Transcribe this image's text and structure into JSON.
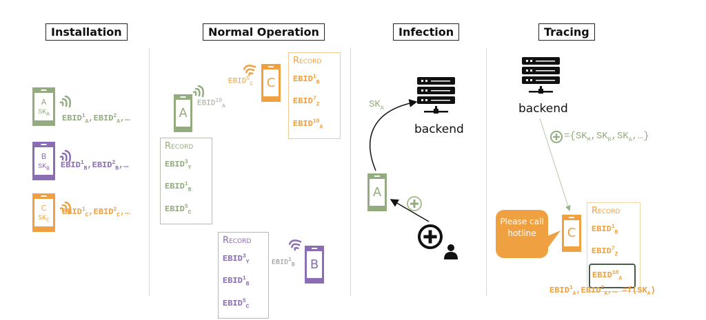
{
  "colors": {
    "green": "#93ab7f",
    "purple": "#8a6db3",
    "orange": "#efa040",
    "dark": "#111111"
  },
  "sections": {
    "installation": "Installation",
    "normal_operation": "Normal Operation",
    "infection": "Infection",
    "tracing": "Tracing"
  },
  "installation": {
    "phones": [
      {
        "letter": "A",
        "key": "SK",
        "key_sub": "A",
        "ebid": [
          "EBID",
          "1",
          "A",
          ",EBID",
          "2",
          "A",
          ",…"
        ]
      },
      {
        "letter": "B",
        "key": "SK",
        "key_sub": "B",
        "ebid": [
          "EBID",
          "1",
          "B",
          ",EBID",
          "2",
          "B",
          ",…"
        ]
      },
      {
        "letter": "C",
        "key": "SK",
        "key_sub": "C",
        "ebid": [
          "EBID",
          "1",
          "C",
          ",EBID",
          "2",
          "C",
          ",…"
        ]
      }
    ]
  },
  "normal_operation": {
    "phone_a": {
      "letter": "A",
      "broadcast": {
        "base": "EBID",
        "sup": "10",
        "sub": "A"
      },
      "record": {
        "header": "Record",
        "entries": [
          {
            "base": "EBID",
            "sup": "3",
            "sub": "Y"
          },
          {
            "base": "EBID",
            "sup": "1",
            "sub": "B"
          },
          {
            "base": "EBID",
            "sup": "5",
            "sub": "C"
          }
        ]
      }
    },
    "phone_c": {
      "letter": "C",
      "broadcast": {
        "base": "EBID",
        "sup": "5",
        "sub": "C"
      },
      "record": {
        "header": "Record",
        "entries": [
          {
            "base": "EBID",
            "sup": "1",
            "sub": "B"
          },
          {
            "base": "EBID",
            "sup": "7",
            "sub": "Z"
          },
          {
            "base": "EBID",
            "sup": "10",
            "sub": "A"
          }
        ]
      }
    },
    "phone_b": {
      "letter": "B",
      "broadcast": {
        "base": "EBID",
        "sup": "1",
        "sub": "B"
      },
      "record": {
        "header": "Record",
        "entries": [
          {
            "base": "EBID",
            "sup": "3",
            "sub": "Y"
          },
          {
            "base": "EBID",
            "sup": "1",
            "sub": "B"
          },
          {
            "base": "EBID",
            "sup": "5",
            "sub": "C"
          }
        ]
      }
    }
  },
  "infection": {
    "backend_label": "backend",
    "upload": {
      "base": "SK",
      "sub": "A"
    },
    "phone_letter": "A"
  },
  "tracing": {
    "backend_label": "backend",
    "infected_set": {
      "prefix": "={",
      "items": [
        {
          "base": "SK",
          "sub": "M"
        },
        {
          "base": "SK",
          "sub": "R"
        },
        {
          "base": "SK",
          "sub": "A"
        }
      ],
      "suffix": ",…}"
    },
    "phone_letter": "C",
    "bubble": "Please call hotline",
    "record": {
      "header": "Record",
      "entries": [
        {
          "base": "EBID",
          "sup": "1",
          "sub": "B"
        },
        {
          "base": "EBID",
          "sup": "7",
          "sub": "Z"
        },
        {
          "base": "EBID",
          "sup": "10",
          "sub": "A",
          "highlighted": true
        }
      ]
    },
    "formula": {
      "e1": "EBID",
      "s1": "1",
      "b1": "A",
      "e2": ",EBID",
      "s2": "2",
      "b2": "A",
      "rest": ",… =f(SK",
      "b3": "A",
      "end": ")"
    }
  }
}
